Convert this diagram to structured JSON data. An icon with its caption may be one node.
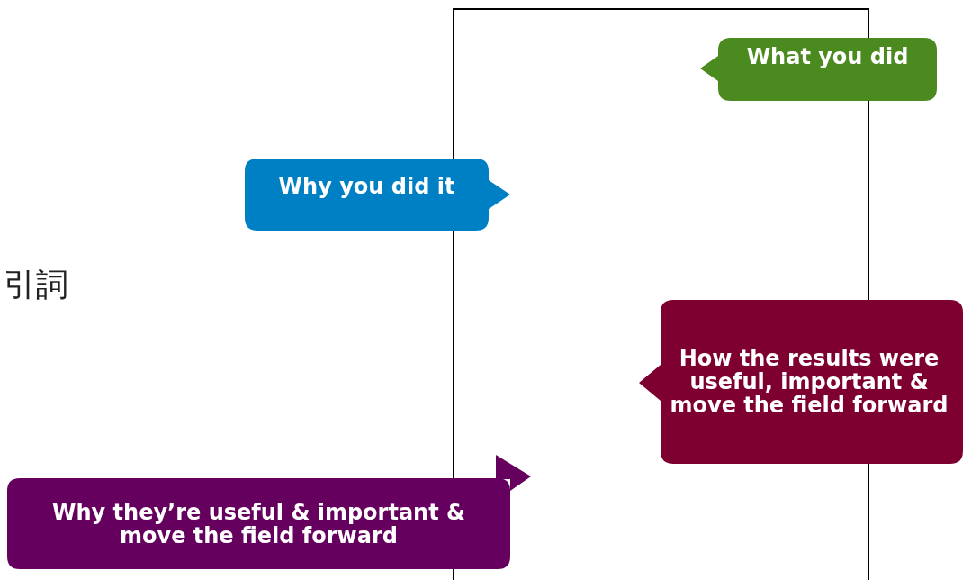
{
  "diagram": {
    "nodes": [
      {
        "text": [],
        "shape": "box"
      },
      {
        "text": [
          "What you did"
        ]
      },
      {
        "text": [
          "Why you did it"
        ]
      },
      {
        "text": [
          "How the results were useful, important & move the field forward"
        ]
      },
      {
        "text": [
          "Why they’re useful & important & move the field forward"
        ]
      }
    ],
    "labels": [
      "引詞"
    ]
  }
}
